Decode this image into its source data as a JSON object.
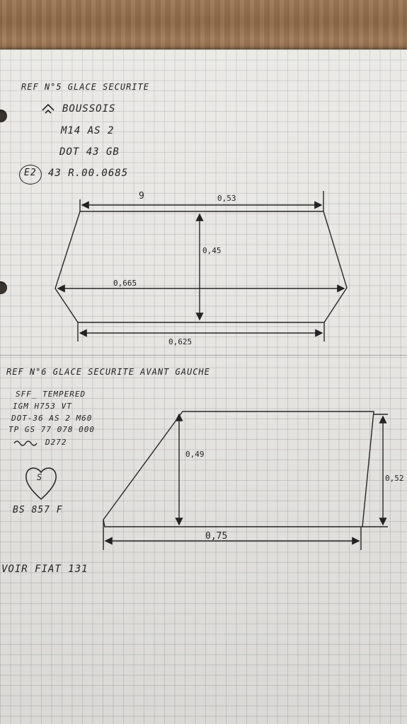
{
  "notes": {
    "ref5": {
      "title": "REF N°5  GLACE SECURITE",
      "brand": "BOUSSOIS",
      "line1": "M14  AS 2",
      "line2": "DOT 43 GB",
      "e2_mark": "E2",
      "line3": "43 R.00.0685"
    },
    "ref5_dimensions": {
      "top_left": "9",
      "top": "0,53",
      "height": "0,45",
      "middle": "0,665",
      "bottom": "0,625"
    },
    "ref6": {
      "title": "REF N°6  GLACE SECURITE AVANT GAUCHE",
      "line1": "SFF_ TEMPERED",
      "line2": "IGM H753 VT",
      "line3": "DOT-36  AS 2 M60",
      "line4": "TP GS 77 078 000",
      "line5": "D272",
      "logo_letter": "S",
      "line6": "BS 857 F"
    },
    "ref6_dimensions": {
      "inner_height": "0,49",
      "outer_height": "0,52",
      "bottom": "0,75"
    },
    "footer": "VOIR FIAT 131"
  },
  "colors": {
    "ink": "#1f1f1f",
    "paper": "#e7e6e2",
    "grid": "#9696a0",
    "table": "#8a6a48"
  }
}
